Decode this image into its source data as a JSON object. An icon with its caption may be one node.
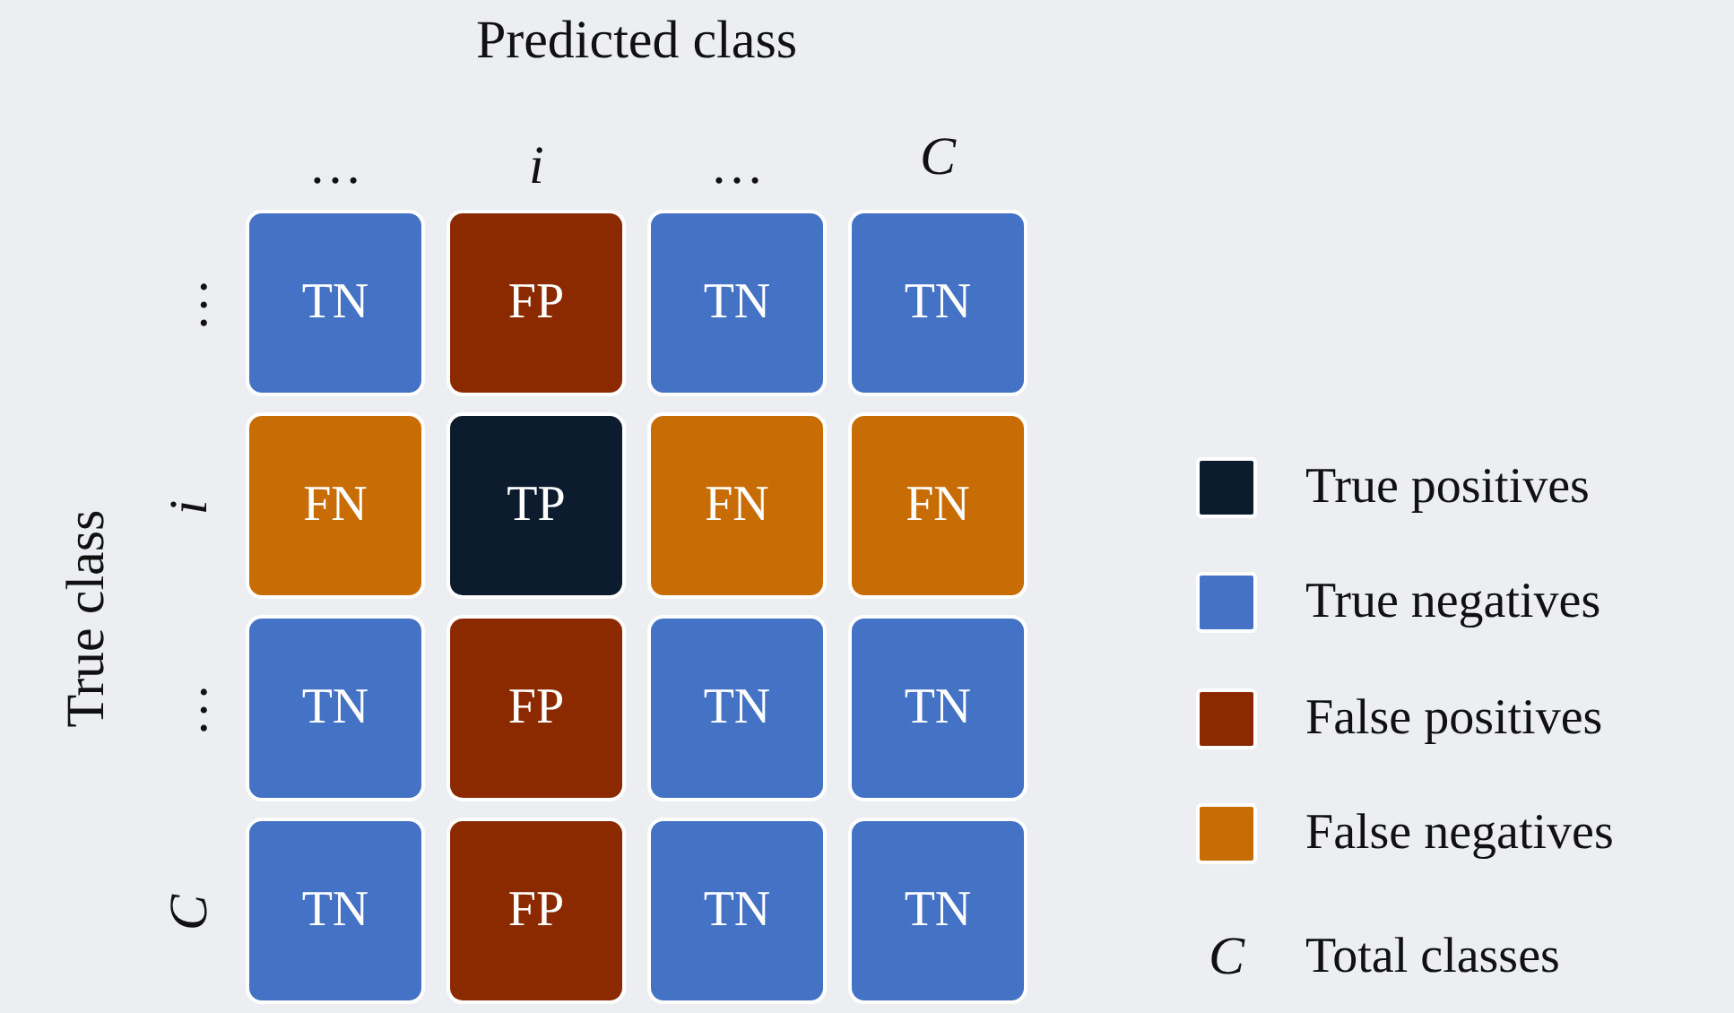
{
  "diagram": {
    "title": "Predicted class",
    "nodes": [
      {
        "text": [
          "TN"
        ]
      },
      {
        "text": [
          "FP"
        ]
      },
      {
        "text": [
          "TN"
        ]
      },
      {
        "text": [
          "TN"
        ]
      },
      {
        "text": [
          "FN"
        ]
      },
      {
        "text": [
          "TP"
        ]
      },
      {
        "text": [
          "FN"
        ]
      },
      {
        "text": [
          "FN"
        ]
      },
      {
        "text": [
          "TN"
        ]
      },
      {
        "text": [
          "FP"
        ]
      },
      {
        "text": [
          "TN"
        ]
      },
      {
        "text": [
          "TN"
        ]
      },
      {
        "text": [
          "TN"
        ]
      },
      {
        "text": [
          "FP"
        ]
      },
      {
        "text": [
          "TN"
        ]
      },
      {
        "text": [
          "TN"
        ]
      }
    ],
    "labels": [
      "…",
      "i",
      "…",
      "C",
      "True class",
      "…",
      "i",
      "…",
      "C",
      "C"
    ],
    "legend": [
      {
        "text": "True positives",
        "color": "#0c1c2e"
      },
      {
        "text": "True negatives",
        "color": "#4472c4"
      },
      {
        "text": "False positives",
        "color": "#8b2a00"
      },
      {
        "text": "False negatives",
        "color": "#c86d06"
      },
      {
        "text": "Total classes"
      }
    ]
  }
}
